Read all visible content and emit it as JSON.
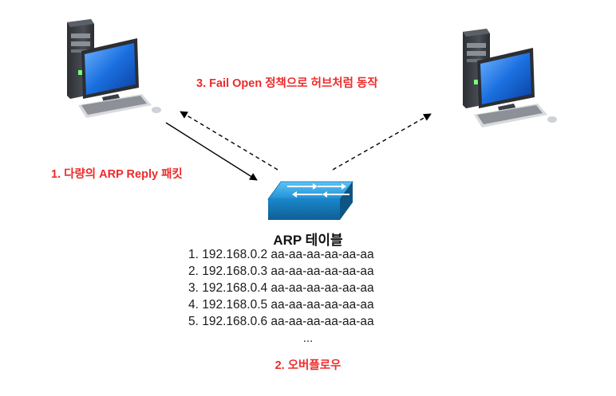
{
  "labels": {
    "step1": "1. 다량의 ARP Reply 패킷",
    "step2": "2. 오버플로우",
    "step3": "3. Fail Open 정책으로 허브처럼 동작"
  },
  "arp_table": {
    "title": "ARP 테이블",
    "rows": [
      "1. 192.168.0.2 aa-aa-aa-aa-aa-aa",
      "2. 192.168.0.3 aa-aa-aa-aa-aa-aa",
      "3. 192.168.0.4 aa-aa-aa-aa-aa-aa",
      "4. 192.168.0.5 aa-aa-aa-aa-aa-aa",
      "5. 192.168.0.6 aa-aa-aa-aa-aa-aa"
    ],
    "ellipsis": "..."
  },
  "colors": {
    "label_red": "#ee2a2a",
    "switch_blue": "#1f8fd6",
    "monitor_screen": "#1b6fe0",
    "tower_dark": "#3a3d42"
  },
  "icons": {
    "left_host": "desktop-computer-icon",
    "right_host": "desktop-computer-icon",
    "switch": "network-switch-icon"
  }
}
